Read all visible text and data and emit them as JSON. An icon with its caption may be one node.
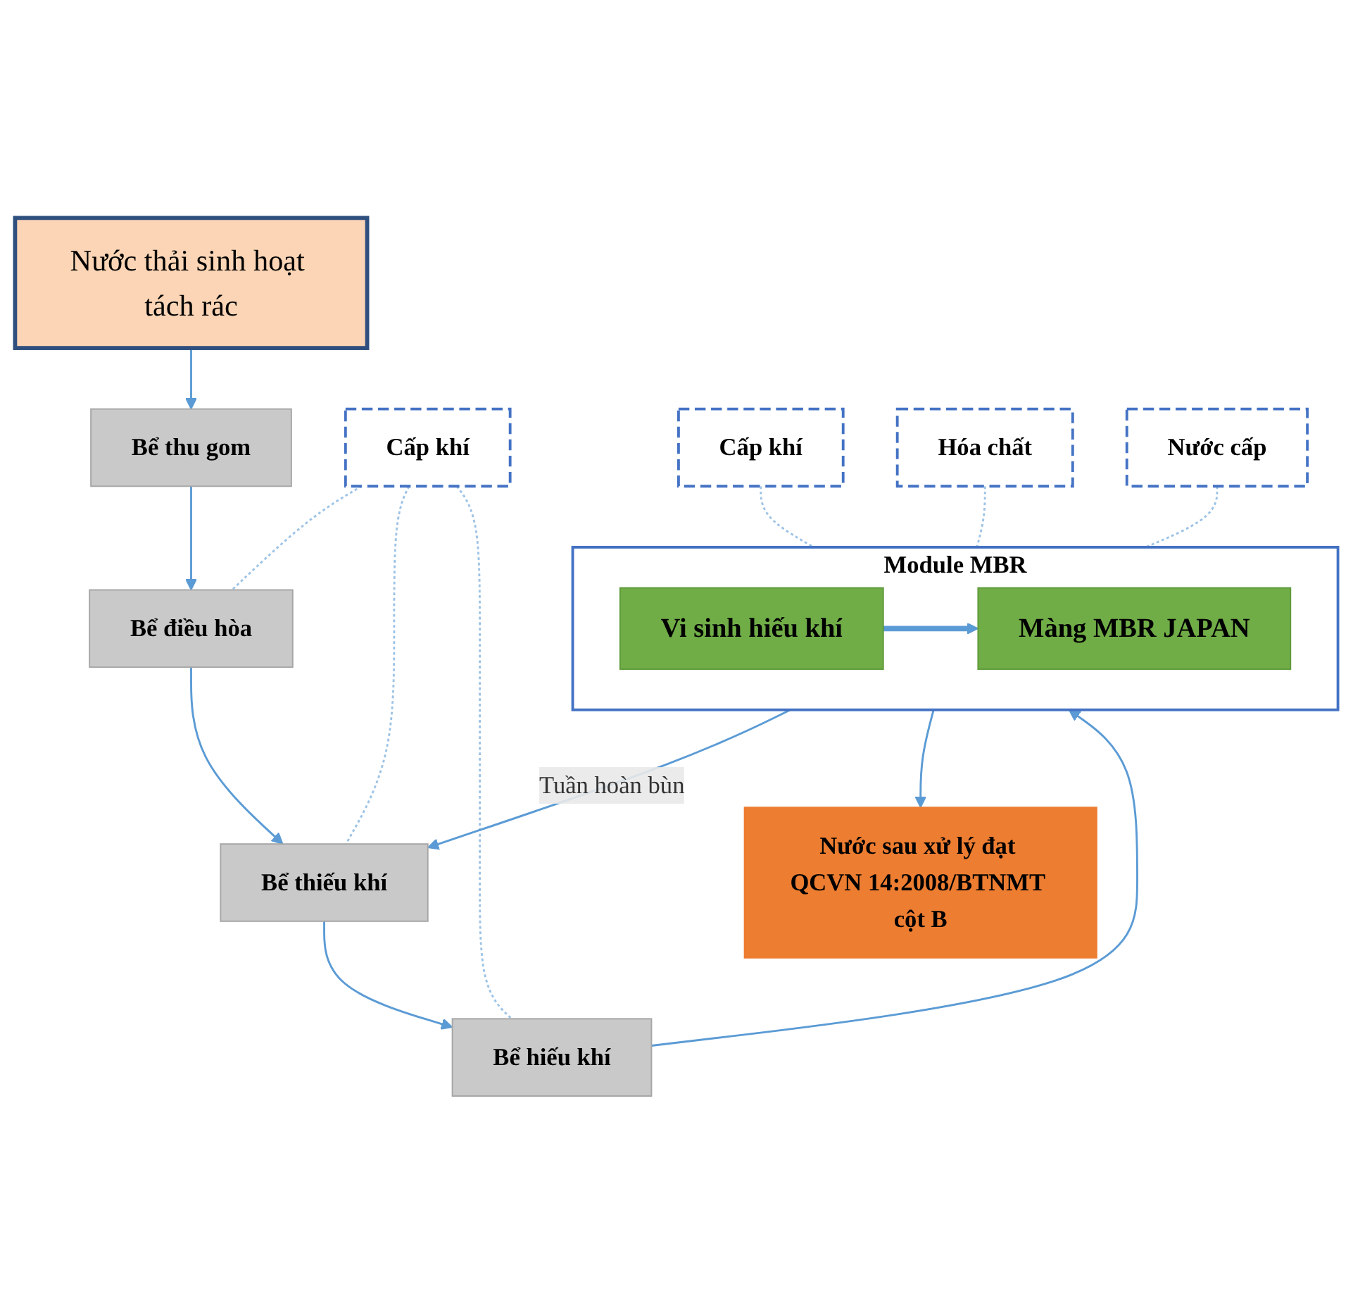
{
  "diagram": {
    "nodes": [
      {
        "text": [
          "Nước thải sinh hoạt tách rác"
        ]
      },
      {
        "text": [
          "Bể thu gom"
        ]
      },
      {
        "text": [
          "Bể điều hòa"
        ]
      },
      {
        "text": [
          "Bể thiếu khí"
        ]
      },
      {
        "text": [
          "Cấp khí"
        ]
      },
      {
        "text": [
          "Bể hiếu khí"
        ]
      },
      {
        "text": [
          "Module MBR"
        ]
      },
      {
        "text": [
          "Vi sinh hiếu khí"
        ],
        "in": 6
      },
      {
        "text": [
          "Màng MBR JAPAN"
        ],
        "in": 6
      },
      {
        "text": [
          "Cấp khí"
        ]
      },
      {
        "text": [
          "Hóa chất"
        ]
      },
      {
        "text": [
          "Nước cấp"
        ]
      },
      {
        "text": [
          "Nước sau xử lý đạt QCVN 14:2008/BTNMT cột B"
        ]
      }
    ],
    "edges": [
      {
        "from": 0,
        "to": 1,
        "arrow": "to"
      },
      {
        "from": 1,
        "to": 2,
        "arrow": "to"
      },
      {
        "from": 2,
        "to": 3,
        "arrow": "to"
      },
      {
        "from": 3,
        "to": 5,
        "arrow": "to"
      },
      {
        "from": 4,
        "to": 2,
        "arrow": "none",
        "style": "dashed",
        "color": "#9dc3e6"
      },
      {
        "from": 4,
        "to": 3,
        "arrow": "none",
        "style": "dashed",
        "color": "#9dc3e6"
      },
      {
        "from": 4,
        "to": 5,
        "arrow": "none",
        "style": "dashed",
        "color": "#9dc3e6"
      },
      {
        "from": 5,
        "to": 6,
        "arrow": "to"
      },
      {
        "from": 7,
        "to": 8,
        "arrow": "to",
        "style": "thick"
      },
      {
        "from": 6,
        "to": 3,
        "arrow": "to",
        "label": "Tuần hoàn bùn"
      },
      {
        "from": 9,
        "to": 6,
        "arrow": "none",
        "style": "dashed",
        "color": "#9dc3e6"
      },
      {
        "from": 10,
        "to": 6,
        "arrow": "none",
        "style": "dashed",
        "color": "#9dc3e6"
      },
      {
        "from": 11,
        "to": 6,
        "arrow": "none",
        "style": "dashed",
        "color": "#9dc3e6"
      },
      {
        "from": 6,
        "to": 12,
        "arrow": "to"
      }
    ]
  }
}
